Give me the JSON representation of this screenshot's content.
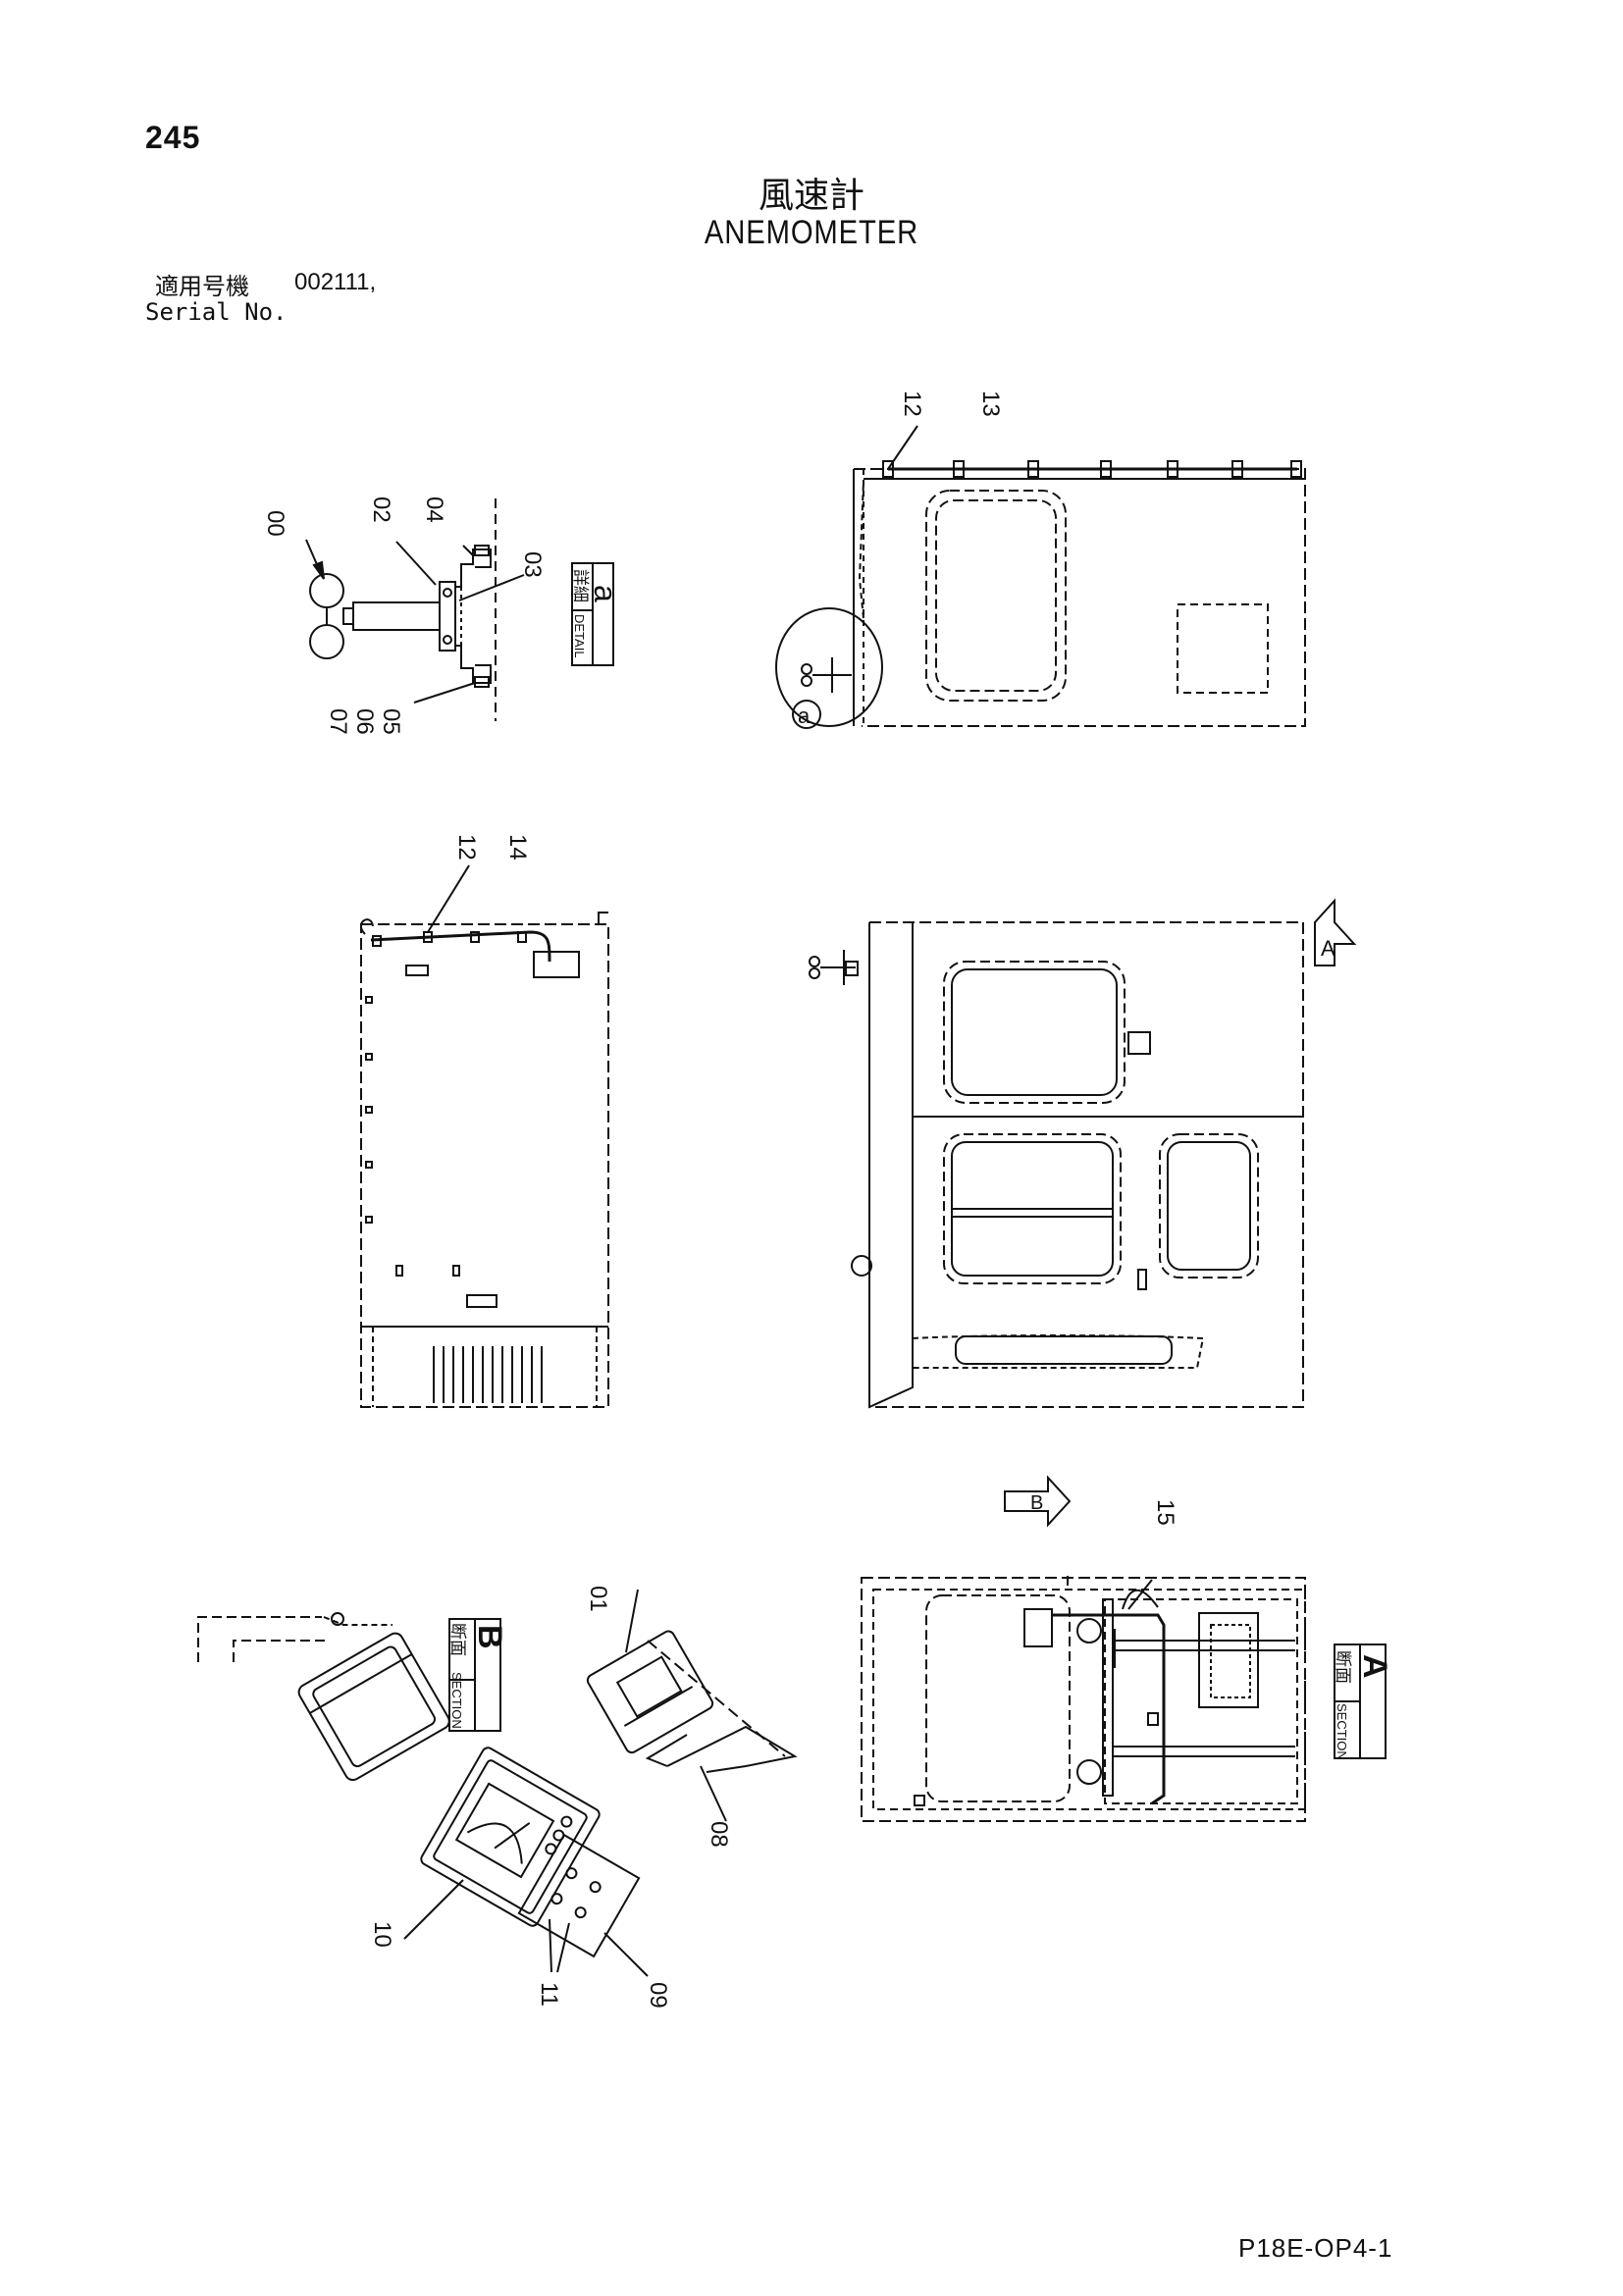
{
  "header": {
    "page_number": "245",
    "title_jp": "風速計",
    "title_en": "ANEMOMETER",
    "serial_label_jp": "適用号機",
    "serial_value": "002111,",
    "serial_label_en": "Serial No."
  },
  "footer": {
    "doc_code": "P18E-OP4-1"
  },
  "labels": {
    "detail_jp": "詳細",
    "detail_en": "DETAIL",
    "detail_id": "a",
    "section_jp": "断面",
    "section_en": "SECTION",
    "section_a": "A",
    "section_b": "B",
    "view_a": "A",
    "view_b": "B",
    "detail_marker": "a"
  },
  "callouts": {
    "p00": "00",
    "p01": "01",
    "p02": "02",
    "p03": "03",
    "p04": "04",
    "p05": "05",
    "p06": "06",
    "p07": "07",
    "p08": "08",
    "p09": "09",
    "p10": "10",
    "p11": "11",
    "p12": "12",
    "p12b": "12",
    "p13": "13",
    "p14": "14",
    "p15": "15"
  },
  "colors": {
    "ink": "#111111",
    "paper": "#ffffff"
  }
}
